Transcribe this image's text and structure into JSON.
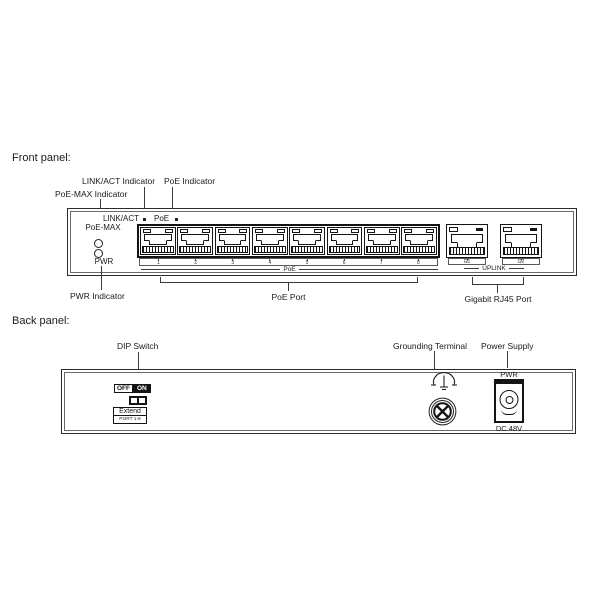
{
  "front": {
    "section_label": "Front panel:",
    "callouts": {
      "link_act": "LINK/ACT Indicator",
      "poe": "PoE Indicator",
      "poe_max": "PoE-MAX Indicator",
      "pwr": "PWR Indicator",
      "poe_port": "PoE Port",
      "gigabit": "Gigabit RJ45 Port"
    },
    "panel": {
      "link_act": "LINK/ACT",
      "poe": "PoE",
      "poe_max": "PoE-MAX",
      "pwr": "PWR",
      "port_numbers": [
        "1",
        "2",
        "3",
        "4",
        "5",
        "6",
        "7",
        "8"
      ],
      "poe_group": "PoE",
      "uplink": "UPLINK",
      "g1": "G1",
      "g2": "G2"
    }
  },
  "back": {
    "section_label": "Back panel:",
    "callouts": {
      "dip": "DIP Switch",
      "ground": "Grounding Terminal",
      "power": "Power Supply"
    },
    "panel": {
      "off": "OFF",
      "on": "ON",
      "extend": "Extend",
      "extend_sub": "PORT 1-8",
      "pwr": "PWR",
      "voltage": "DC 48V"
    }
  },
  "colors": {
    "ink": "#1a1a1a",
    "background": "#ffffff"
  }
}
